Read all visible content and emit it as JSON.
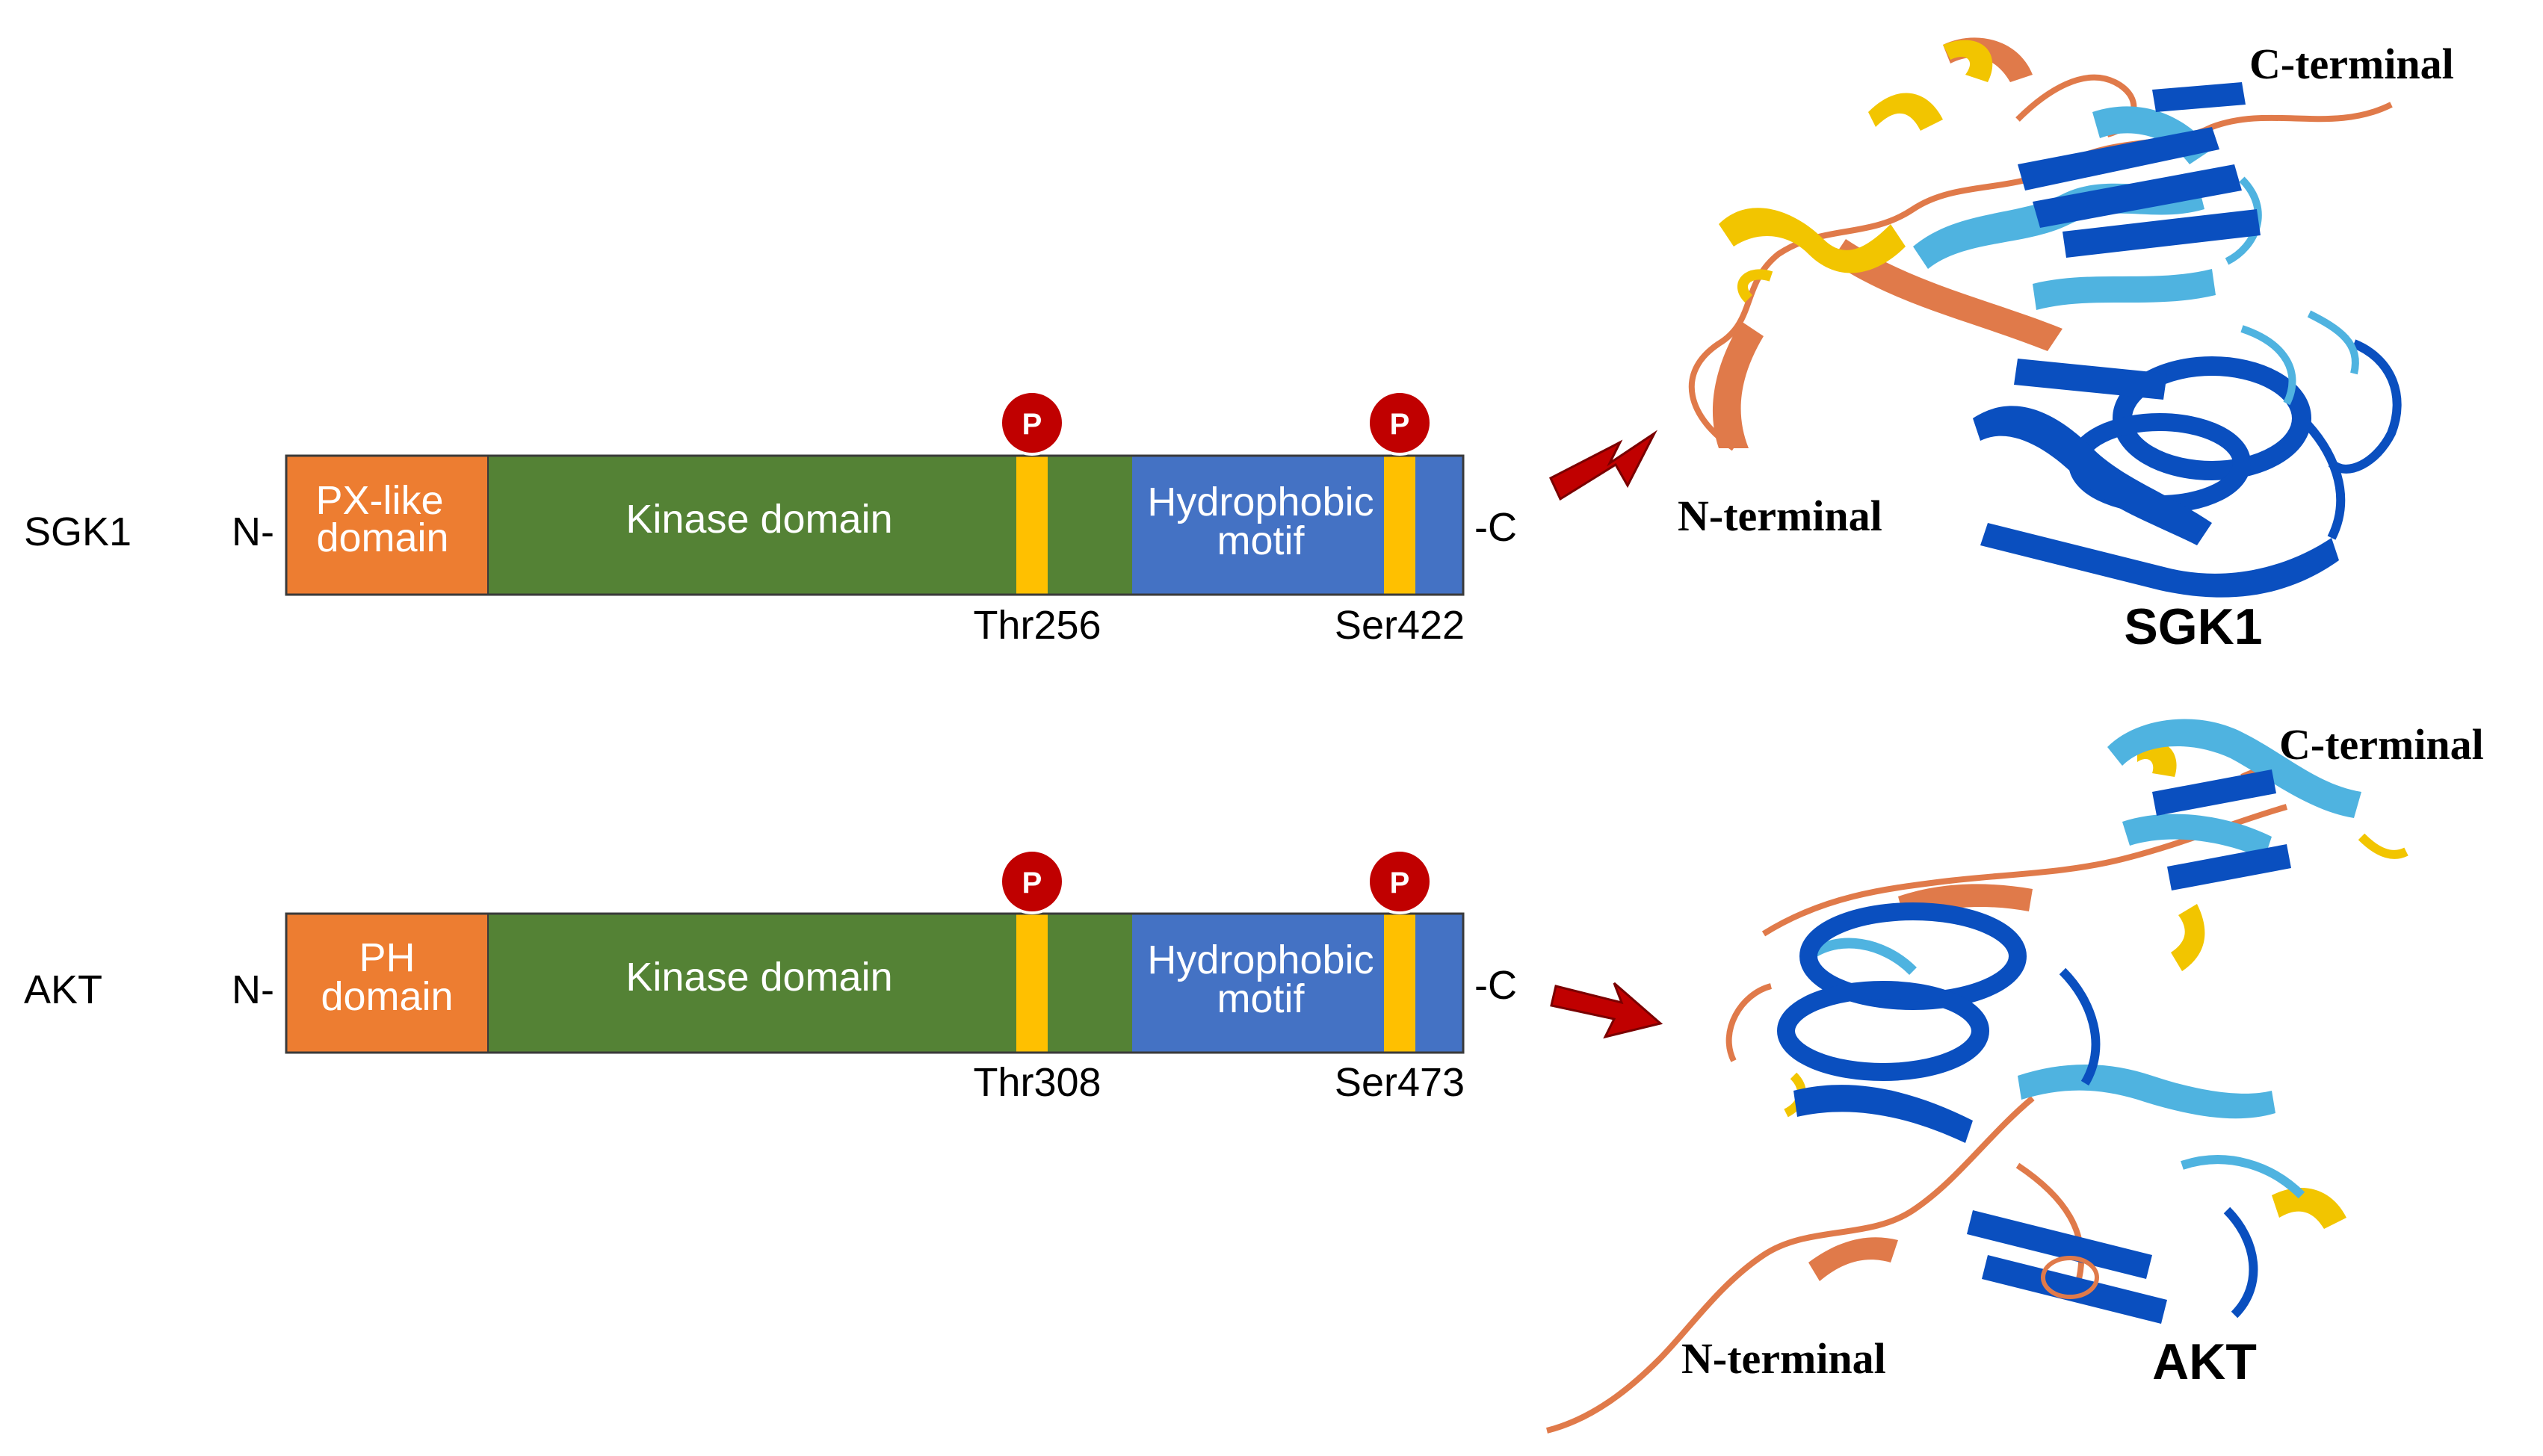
{
  "colors": {
    "px_domain": "#ed7d31",
    "kinase": "#548235",
    "hydrophobic": "#4472c4",
    "phospho_site": "#ffc000",
    "phospho_circle": "#c00000",
    "arrow": "#c00000",
    "protein_dark_blue": "#0a4fbf",
    "protein_light_blue": "#4fb3e0",
    "protein_yellow": "#f2c500",
    "protein_orange": "#e07a4a"
  },
  "sgk1": {
    "row_label": "SGK1",
    "n_term": "N-",
    "c_term": "-C",
    "domain1": [
      "PX-like",
      "domain"
    ],
    "kinase": "Kinase domain",
    "hydrophobic": [
      "Hydrophobic",
      "motif"
    ],
    "site1": "Thr256",
    "site2": "Ser422",
    "phospho1": "P",
    "phospho2": "P",
    "structure": {
      "c_terminal": "C-terminal",
      "n_terminal": "N-terminal",
      "name": "SGK1",
      "icon": "protein-ribbon-structure"
    }
  },
  "akt": {
    "row_label": "AKT",
    "n_term": "N-",
    "c_term": "-C",
    "domain1": [
      "PH",
      "domain"
    ],
    "kinase": "Kinase domain",
    "hydrophobic": [
      "Hydrophobic",
      "motif"
    ],
    "site1": "Thr308",
    "site2": "Ser473",
    "phospho1": "P",
    "phospho2": "P",
    "structure": {
      "c_terminal": "C-terminal",
      "n_terminal": "N-terminal",
      "name": "AKT",
      "icon": "protein-ribbon-structure"
    }
  }
}
